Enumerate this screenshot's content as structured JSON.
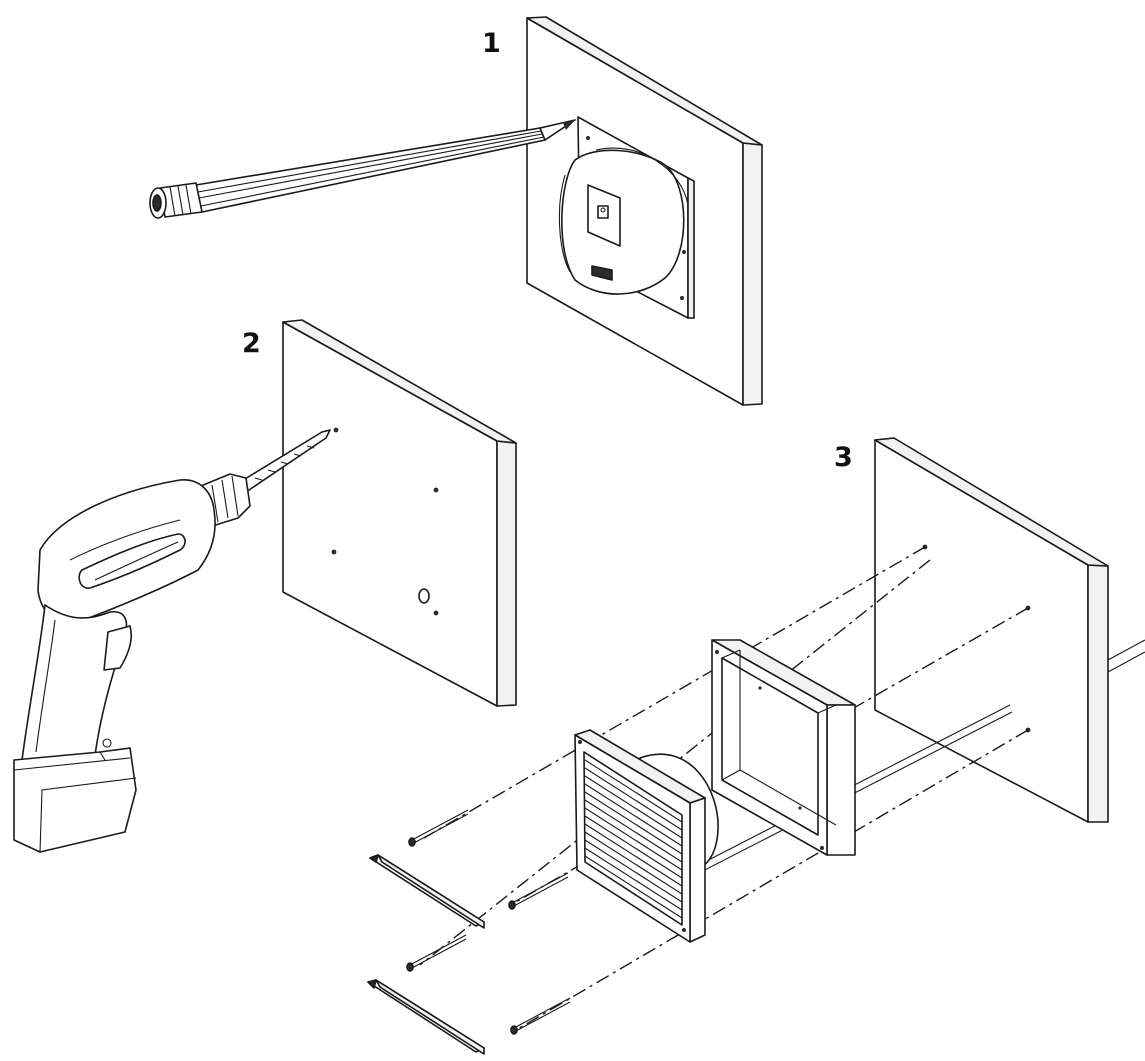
{
  "steps": [
    {
      "number": "1",
      "description_icon": "pencil-marking-icon"
    },
    {
      "number": "2",
      "description_icon": "drill-icon"
    },
    {
      "number": "3",
      "description_icon": "exploded-assembly-icon"
    }
  ],
  "colors": {
    "line": "#1a1a1a",
    "background": "#ffffff"
  }
}
